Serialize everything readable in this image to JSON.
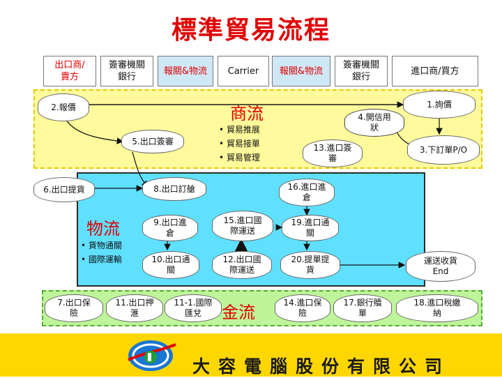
{
  "title": "標準貿易流程",
  "header": [
    "出口商/賣方",
    "簽審機關銀行",
    "報關&物流",
    "Carrier",
    "報關&物流",
    "簽審機關銀行",
    "進口商/買方"
  ],
  "commerce": {
    "label": "商流",
    "bullets": [
      "貿易推展",
      "貿易接單",
      "貿易管理"
    ],
    "nodes": {
      "n2": "2.報價",
      "n1": "1.詢價",
      "n4": "4.開信用狀",
      "n5": "5.出口簽審",
      "n13": "13.進口簽審",
      "n3": "3.下訂單P/O"
    }
  },
  "logistics": {
    "label": "物流",
    "bullets": [
      "貨物通關",
      "國際運輸"
    ],
    "nodes": {
      "n6": "6.出口提貨",
      "n8": "8.出口訂艙",
      "n16": "16.進口進倉",
      "n9": "9.出口進倉",
      "n15": "15.進口國際運送",
      "n19": "19.進口通關",
      "n10": "10.出口通關",
      "n12": "12.出口國際運送",
      "n20": "20.提單提貨",
      "end": "運送收貨 End"
    }
  },
  "finance": {
    "label": "金流",
    "nodes": {
      "n7": "7.出口保險",
      "n11": "11.出口押滙",
      "n11_1": "11-1.國際匯兌",
      "n14": "14.進口保險",
      "n17": "17.銀行贖單",
      "n18": "18.進口稅繳納"
    }
  },
  "company": "大容電腦股份有限公司",
  "colors": {
    "title": "#e00000",
    "commerce_zone": "#fffa9c",
    "logistics_zone": "#5fe0ff",
    "finance_zone": "#bff59a",
    "footer": "#ffd700"
  }
}
